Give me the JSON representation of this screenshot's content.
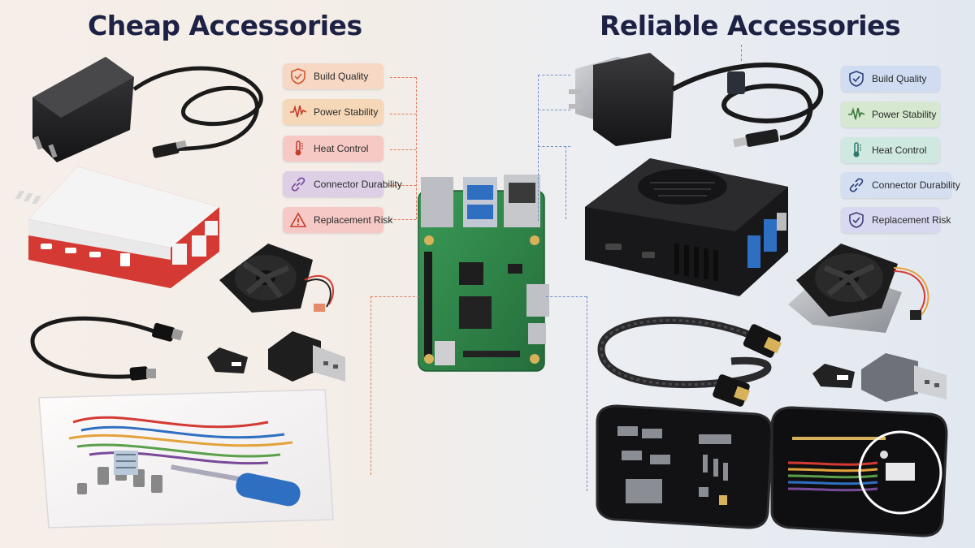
{
  "titles": {
    "cheap": "Cheap Accessories",
    "reliable": "Reliable Accessories"
  },
  "cheap_tags": [
    {
      "label": "Build Quality",
      "icon": "shield-check-icon",
      "color": "#f6d8c4"
    },
    {
      "label": "Power Stability",
      "icon": "waveform-icon",
      "color": "#f6d8b8"
    },
    {
      "label": "Heat Control",
      "icon": "thermometer-icon",
      "color": "#f6c9c4"
    },
    {
      "label": "Connector Durability",
      "icon": "chain-link-icon",
      "color": "#dccfe6"
    },
    {
      "label": "Replacement Risk",
      "icon": "warning-icon",
      "color": "#f6c9c6"
    }
  ],
  "reliable_tags": [
    {
      "label": "Build Quality",
      "icon": "shield-check-icon",
      "color": "#cfdcf2"
    },
    {
      "label": "Power Stability",
      "icon": "waveform-icon",
      "color": "#d6e8cf"
    },
    {
      "label": "Heat Control",
      "icon": "thermometer-icon",
      "color": "#cfe8e0"
    },
    {
      "label": "Connector Durability",
      "icon": "chain-link-icon",
      "color": "#d4e0f2"
    },
    {
      "label": "Replacement Risk",
      "icon": "shield-check-icon",
      "color": "#d8d9f0"
    }
  ],
  "colors": {
    "title": "#1d2144",
    "cheap_accent": "#d43a33",
    "board_green": "#2f8a4b",
    "reliable_case": "#1c1c1e"
  }
}
